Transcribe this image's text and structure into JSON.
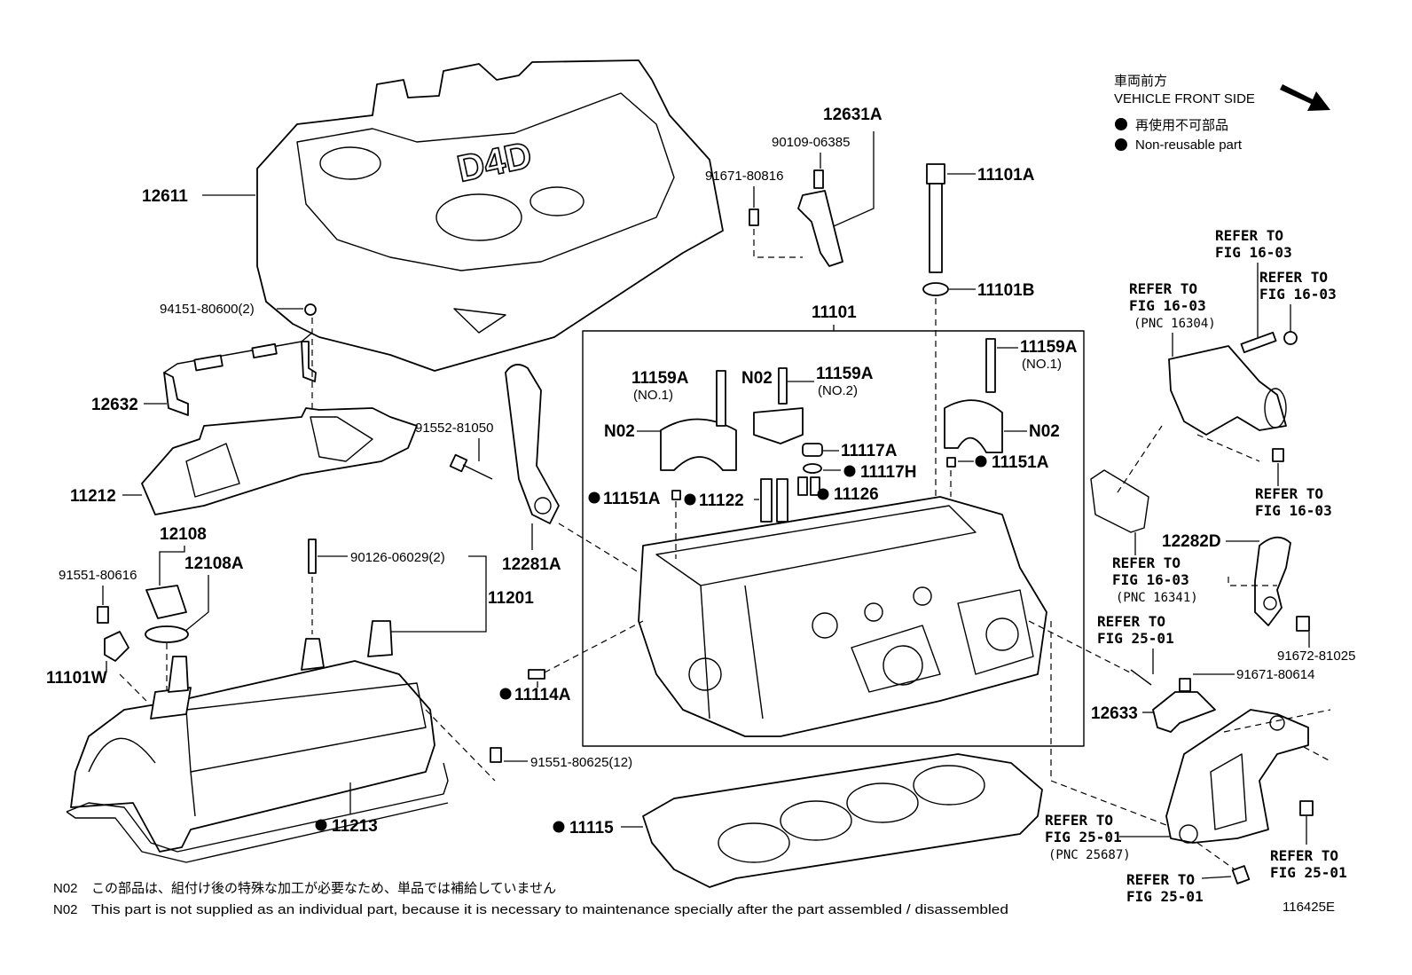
{
  "legend": {
    "front_jp": "車両前方",
    "front_en": "VEHICLE FRONT SIDE",
    "nonreuse_jp": "再使用不可部品",
    "nonreuse_en": "Non-reusable part"
  },
  "cover_logo": "D4D",
  "labels": {
    "p12611": "12611",
    "p12631A": "12631A",
    "p90109": "90109-06385",
    "p91671_816": "91671-80816",
    "p11101A": "11101A",
    "p11101B": "11101B",
    "p11101": "11101",
    "p94151": "94151-80600(2)",
    "p12632": "12632",
    "p11212": "11212",
    "p91552": "91552-81050",
    "p12281A": "12281A",
    "p12108": "12108",
    "p12108A": "12108A",
    "p91551_616": "91551-80616",
    "p90126": "90126-06029(2)",
    "p11201": "11201",
    "p11101W": "11101W",
    "p11114A": "11114A",
    "p91551_625": "91551-80625(12)",
    "p11213": "11213",
    "p11115": "11115",
    "p11159A_1": "11159A",
    "no1_a": "(NO.1)",
    "p11159A_2": "11159A",
    "no2": "(NO.2)",
    "p11159A_3": "11159A",
    "no1_b": "(NO.1)",
    "n02_a": "N02",
    "n02_b": "N02",
    "n02_c": "N02",
    "p11117A": "11117A",
    "p11117H": "11117H",
    "p11151A_a": "11151A",
    "p11151A_b": "11151A",
    "p11122": "11122",
    "p11126": "11126",
    "p12282D": "12282D",
    "p91672": "91672-81025",
    "p91671_614": "91671-80614",
    "p12633": "12633"
  },
  "refers": {
    "r1_a": "REFER TO",
    "r1_b": "FIG 16-03",
    "r2_a": "REFER TO",
    "r2_b": "FIG 16-03",
    "r2_c": "(PNC 16304)",
    "r3_a": "REFER TO",
    "r3_b": "FIG 16-03",
    "r4_a": "REFER TO",
    "r4_b": "FIG 16-03",
    "r5_a": "REFER TO",
    "r5_b": "FIG 16-03",
    "r5_c": "(PNC 16341)",
    "r6_a": "REFER TO",
    "r6_b": "FIG 25-01",
    "r7_a": "REFER TO",
    "r7_b": "FIG 25-01",
    "r7_c": "(PNC 25687)",
    "r8_a": "REFER TO",
    "r8_b": "FIG 25-01",
    "r9_a": "REFER TO",
    "r9_b": "FIG 25-01"
  },
  "footer": {
    "code_jp": "N02",
    "text_jp": "この部品は、組付け後の特殊な加工が必要なため、単品では補給していません",
    "code_en": "N02",
    "text_en": "This part is not supplied as an individual part, because it is necessary to maintenance specially after the part assembled / disassembled",
    "fig_id": "116425E"
  }
}
